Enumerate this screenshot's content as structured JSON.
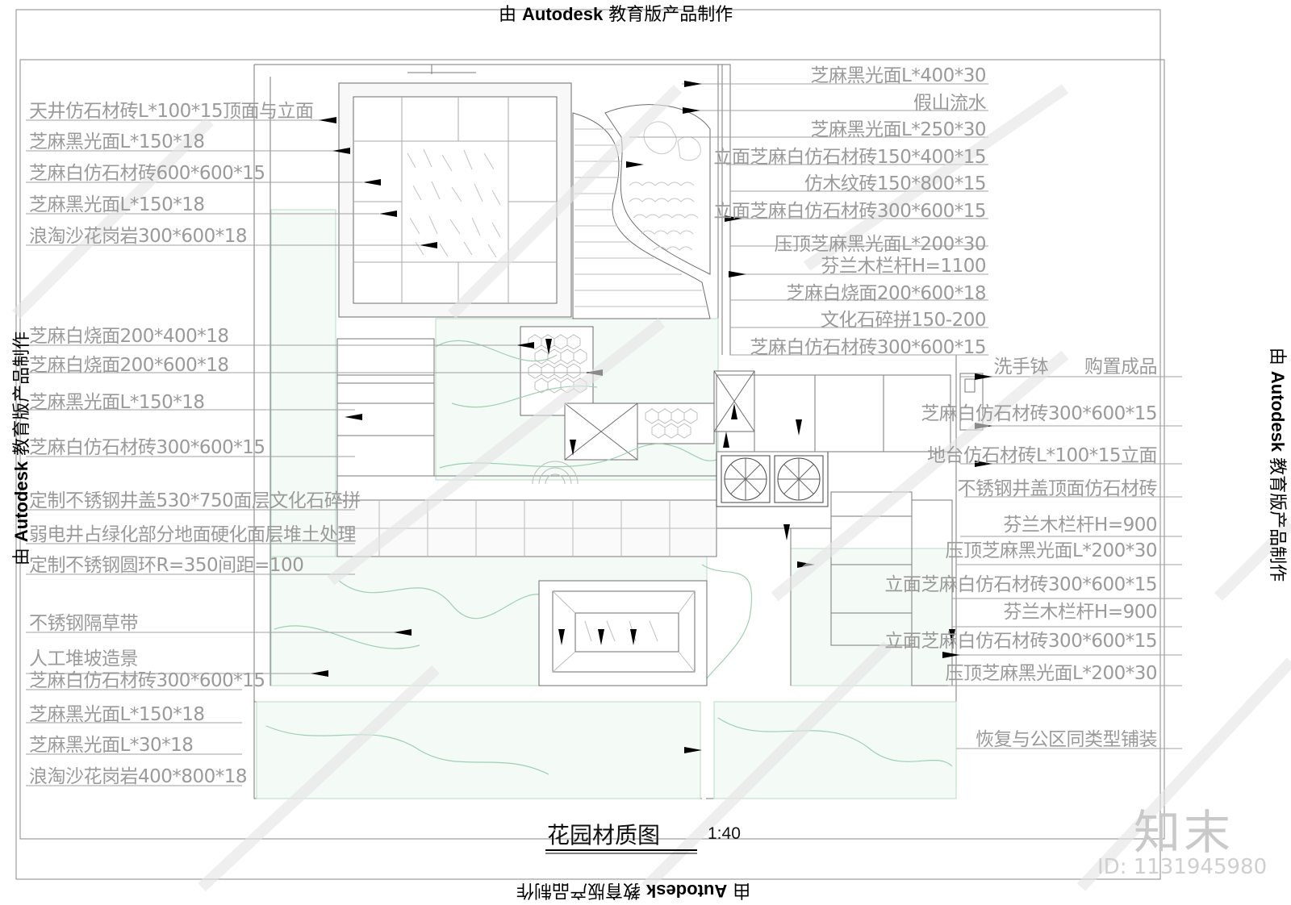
{
  "stamps": {
    "top": {
      "prefix": "由",
      "brand": "Autodesk",
      "suffix": "教育版产品制作"
    },
    "bottom": {
      "prefix": "由",
      "brand": "Autodesk",
      "suffix": "教育版产品制作"
    },
    "left": {
      "prefix": "由",
      "brand": "Autodesk",
      "suffix": "教育版产品制作"
    },
    "right": {
      "prefix": "由",
      "brand": "Autodesk",
      "suffix": "教育版产品制作"
    }
  },
  "left_labels": [
    "天井仿石材砖L*100*15顶面与立面",
    "芝麻黑光面L*150*18",
    "芝麻白仿石材砖600*600*15",
    "芝麻黑光面L*150*18",
    "浪淘沙花岗岩300*600*18",
    "芝麻白烧面200*400*18",
    "芝麻白烧面200*600*18",
    "芝麻黑光面L*150*18",
    "芝麻白仿石材砖300*600*15",
    "定制不锈钢井盖530*750面层文化石碎拼",
    "弱电井占绿化部分地面硬化面层堆土处理",
    "定制不锈钢圆环R=350间距=100",
    "不锈钢隔草带",
    "人工堆坡造景",
    "芝麻白仿石材砖300*600*15",
    "芝麻黑光面L*150*18",
    "芝麻黑光面L*30*18",
    "浪淘沙花岗岩400*800*18"
  ],
  "right_upper_labels": [
    "芝麻黑光面L*400*30",
    "假山流水",
    "芝麻黑光面L*250*30",
    "立面芝麻白仿石材砖150*400*15",
    "仿木纹砖150*800*15",
    "立面芝麻白仿石材砖300*600*15",
    "压顶芝麻黑光面L*200*30",
    "芬兰木栏杆H=1100",
    "芝麻白烧面200*600*18",
    "文化石碎拼150-200",
    "芝麻白仿石材砖300*600*15"
  ],
  "right_lower_labels": [
    "洗手钵　　购置成品",
    "芝麻白仿石材砖300*600*15",
    "地台仿石材砖L*100*15立面",
    "不锈钢井盖顶面仿石材砖",
    "芬兰木栏杆H=900",
    "压顶芝麻黑光面L*200*30",
    "立面芝麻白仿石材砖300*600*15",
    "芬兰木栏杆H=900",
    "立面芝麻白仿石材砖300*600*15",
    "压顶芝麻黑光面L*200*30",
    "恢复与公区同类型铺装"
  ],
  "drawing": {
    "title": "花园材质图",
    "scale": "1:40"
  },
  "watermark": {
    "logo": "知末",
    "id": "ID: 1131945980"
  },
  "colors": {
    "line": "#7a7a7a",
    "pattern": "#9ecfb3",
    "ink": "#000000",
    "label": "#9a9a9a"
  }
}
